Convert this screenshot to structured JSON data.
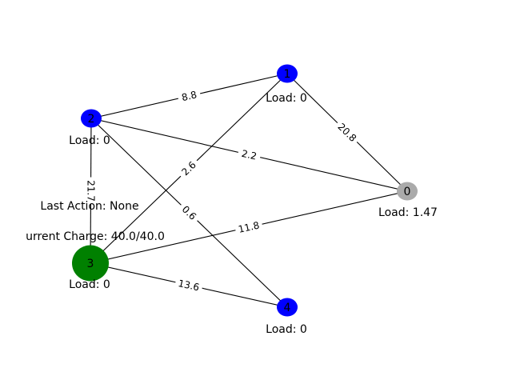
{
  "figure": {
    "background": "#ffffff",
    "type": "network-graph"
  },
  "graph": {
    "nodes": [
      {
        "id": "0",
        "color": "#aaaaaa",
        "load_label": "Load: 1.47"
      },
      {
        "id": "1",
        "color": "#0000ff",
        "load_label": "Load: 0"
      },
      {
        "id": "2",
        "color": "#0000ff",
        "load_label": "Load: 0"
      },
      {
        "id": "3",
        "color": "#008000",
        "load_label": "Load: 0",
        "last_action_label": "Last Action: None",
        "charge_label": "urrent Charge: 40.0/40.0"
      },
      {
        "id": "4",
        "color": "#0000ff",
        "load_label": "Load: 0"
      }
    ],
    "edges": [
      {
        "between": "2-1",
        "weight": "8.8"
      },
      {
        "between": "1-0",
        "weight": "20.8"
      },
      {
        "between": "3-1",
        "weight": "2.6"
      },
      {
        "between": "2-0",
        "weight": "2.2"
      },
      {
        "between": "2-3",
        "weight": "21.7"
      },
      {
        "between": "2-4",
        "weight": "0.6"
      },
      {
        "between": "3-0",
        "weight": "11.8"
      },
      {
        "between": "3-4",
        "weight": "13.6"
      }
    ]
  }
}
